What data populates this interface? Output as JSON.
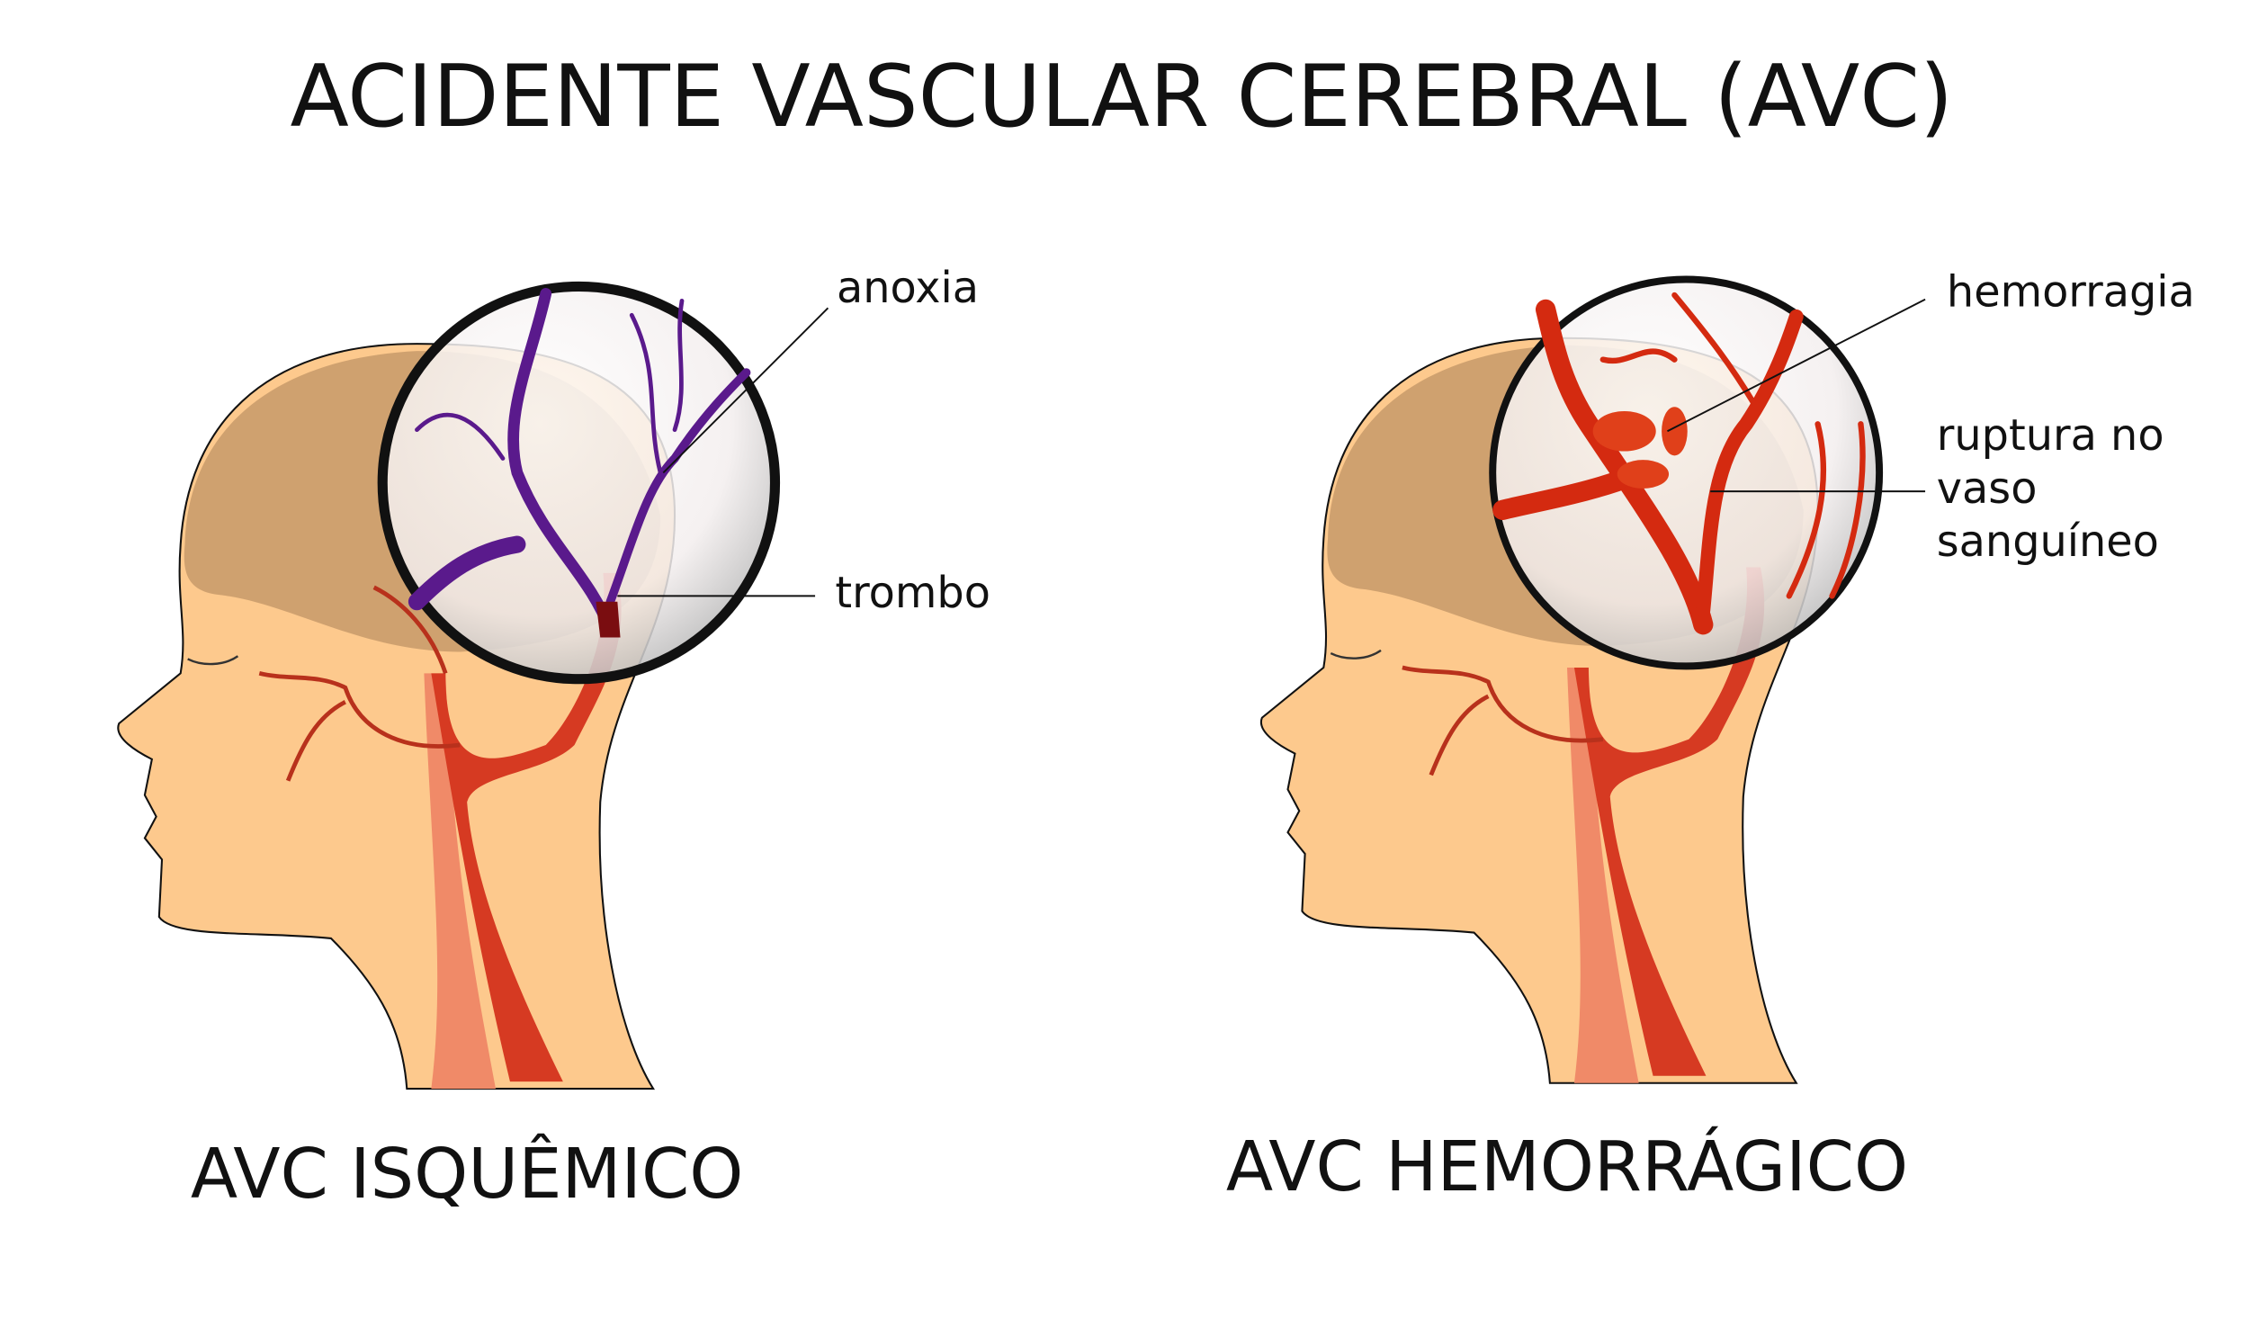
{
  "title": "ACIDENTE VASCULAR CEREBRAL (AVC)",
  "left_panel": {
    "caption": "AVC ISQUÊMICO",
    "labels": {
      "anoxia": "anoxia",
      "thrombus": "trombo"
    },
    "vessel_color": "#5a1a8c"
  },
  "right_panel": {
    "caption": "AVC HEMORRÁGICO",
    "labels": {
      "hemorrhage": "hemorragia",
      "rupture_line1": "ruptura no",
      "rupture_line2": "vaso",
      "rupture_line3": "sanguíneo"
    },
    "vessel_color": "#d42a10"
  },
  "colors": {
    "skin": "#fdc98d",
    "brain": "#c79a6a",
    "artery": "#d63a22",
    "outline": "#111111"
  }
}
